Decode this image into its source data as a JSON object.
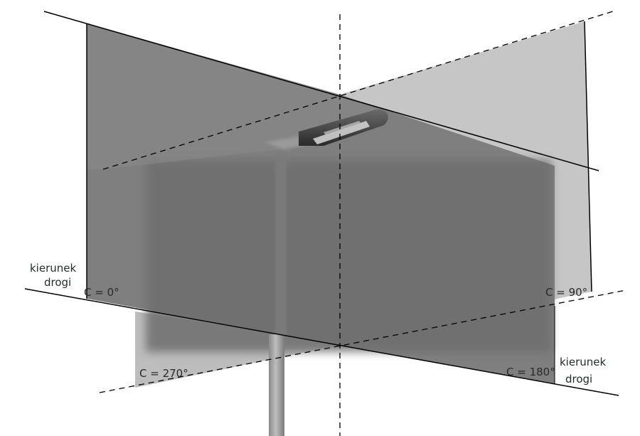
{
  "labels": {
    "road_direction_left_line1": "kierunek",
    "road_direction_left_line2": "drogi",
    "road_direction_right_line1": "kierunek",
    "road_direction_right_line2": "drogi",
    "c0": "C = 0°",
    "c90": "C = 90°",
    "c180": "C = 180°",
    "c270": "C = 270°"
  },
  "colors": {
    "plane_dark": "#7d7d7d",
    "plane_light": "#b8b8b8",
    "plane_back": "#c4c4c4",
    "line": "#000000",
    "pole": "#a0a0a0"
  }
}
